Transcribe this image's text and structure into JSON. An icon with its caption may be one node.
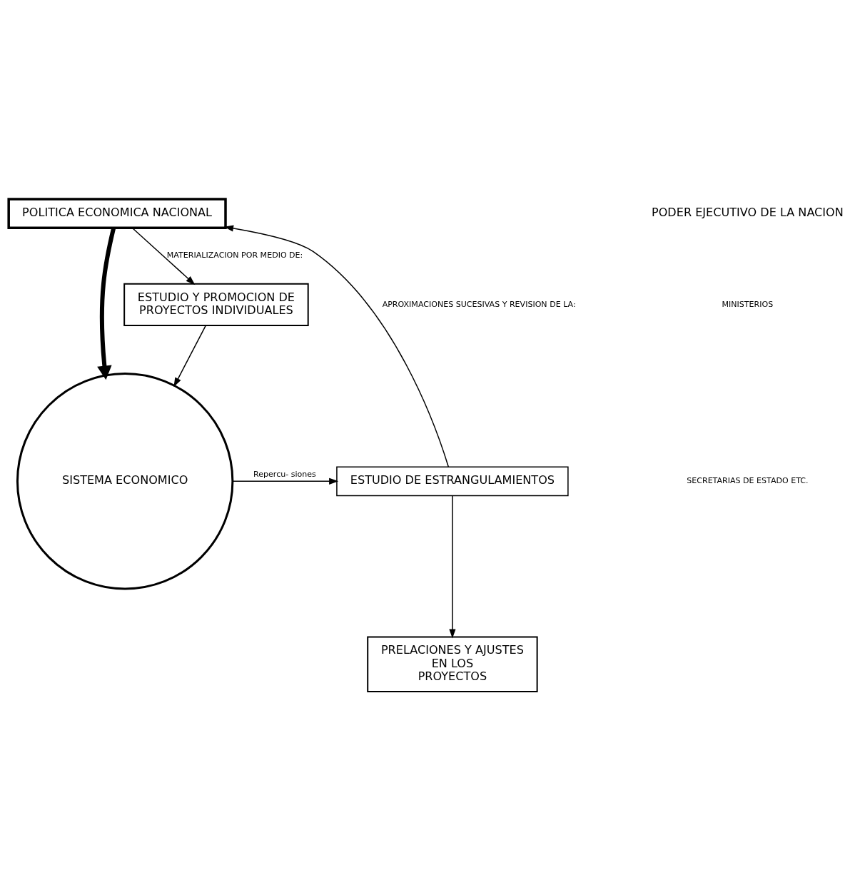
{
  "diagram": {
    "nodes": [
      {
        "text": [
          "POLITICA ECONOMICA NACIONAL"
        ]
      },
      {
        "text": [
          "SISTEMA ECONOMICO"
        ]
      },
      {
        "text": [
          "ESTUDIO DE ESTRANGULAMIENTOS"
        ]
      },
      {
        "text": [
          "ESTUDIO Y PROMOCION DE",
          "PROYECTOS INDIVIDUALES"
        ]
      },
      {
        "text": [
          "PRELACIONES Y AJUSTES",
          "EN LOS",
          "PROYECTOS"
        ]
      }
    ],
    "edges": [
      {
        "from": 0,
        "to": 1,
        "arrow": "to",
        "style": "thick"
      },
      {
        "from": 0,
        "to": 3,
        "arrow": "to",
        "label": "MATERIALIZACION POR MEDIO DE:"
      },
      {
        "from": 3,
        "to": 1,
        "arrow": "to"
      },
      {
        "from": 1,
        "to": 2,
        "arrow": "to",
        "label": "Repercu- siones"
      },
      {
        "from": 2,
        "to": 0,
        "arrow": "to",
        "label": "APROXIMACIONES SUCESIVAS Y REVISION DE LA:"
      },
      {
        "from": 2,
        "to": 4,
        "arrow": "to"
      }
    ],
    "labels": [
      "PODER EJECUTIVO DE LA NACION",
      "MINISTERIOS",
      "SECRETARIAS DE ESTADO ETC."
    ]
  }
}
